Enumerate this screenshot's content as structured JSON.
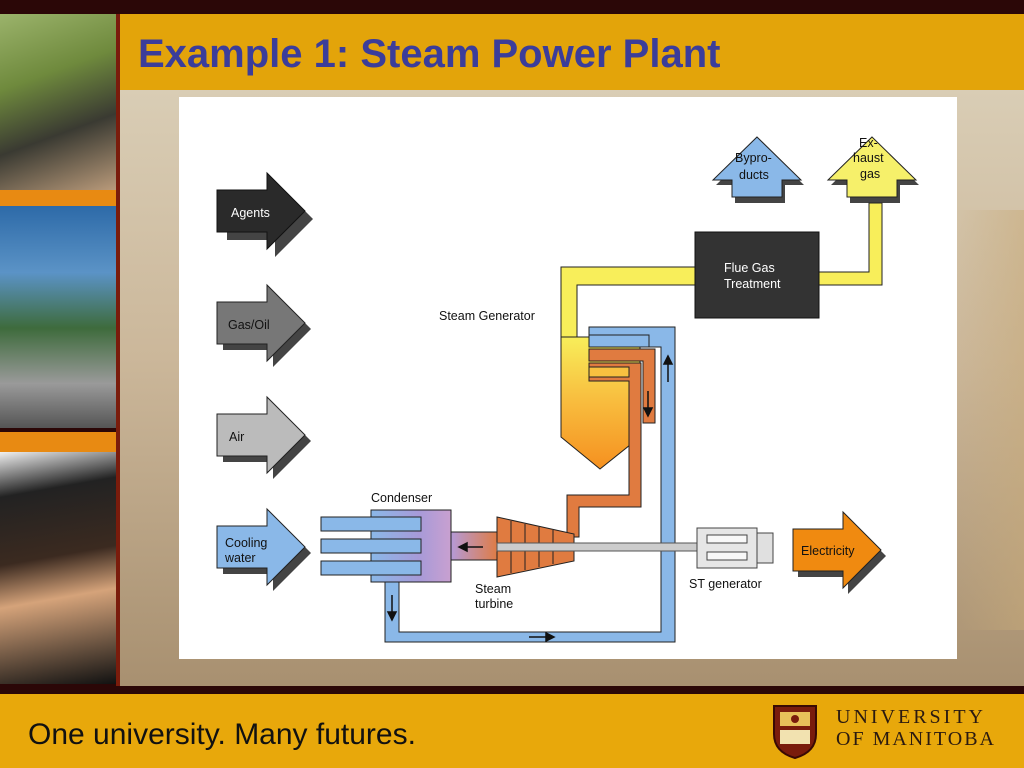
{
  "slide": {
    "title": "Example 1: Steam Power Plant",
    "tagline": "One university. Many futures."
  },
  "logo": {
    "line1": "UNIVERSITY",
    "line2": "OF MANITOBA"
  },
  "diagram": {
    "inputs": {
      "agents": "Agents",
      "gas_oil": "Gas/Oil",
      "air": "Air",
      "cooling_water_1": "Cooling",
      "cooling_water_2": "water"
    },
    "outputs": {
      "byproducts_1": "Bypro-",
      "byproducts_2": "ducts",
      "exhaust_1": "Ex-",
      "exhaust_2": "haust",
      "exhaust_3": "gas",
      "electricity": "Electricity"
    },
    "components": {
      "steam_generator": "Steam Generator",
      "flue_gas_1": "Flue Gas",
      "flue_gas_2": "Treatment",
      "condenser": "Condenser",
      "turbine_1": "Steam",
      "turbine_2": "turbine",
      "st_generator": "ST generator"
    },
    "colors": {
      "agents": "#2a2a2a",
      "gas_oil": "#777777",
      "air": "#bbbbbb",
      "cooling_water": "#8ab8e8",
      "byproducts": "#8ab8e8",
      "exhaust": "#f6f06a",
      "electricity": "#f08a10",
      "flue_box": "#333333"
    }
  }
}
